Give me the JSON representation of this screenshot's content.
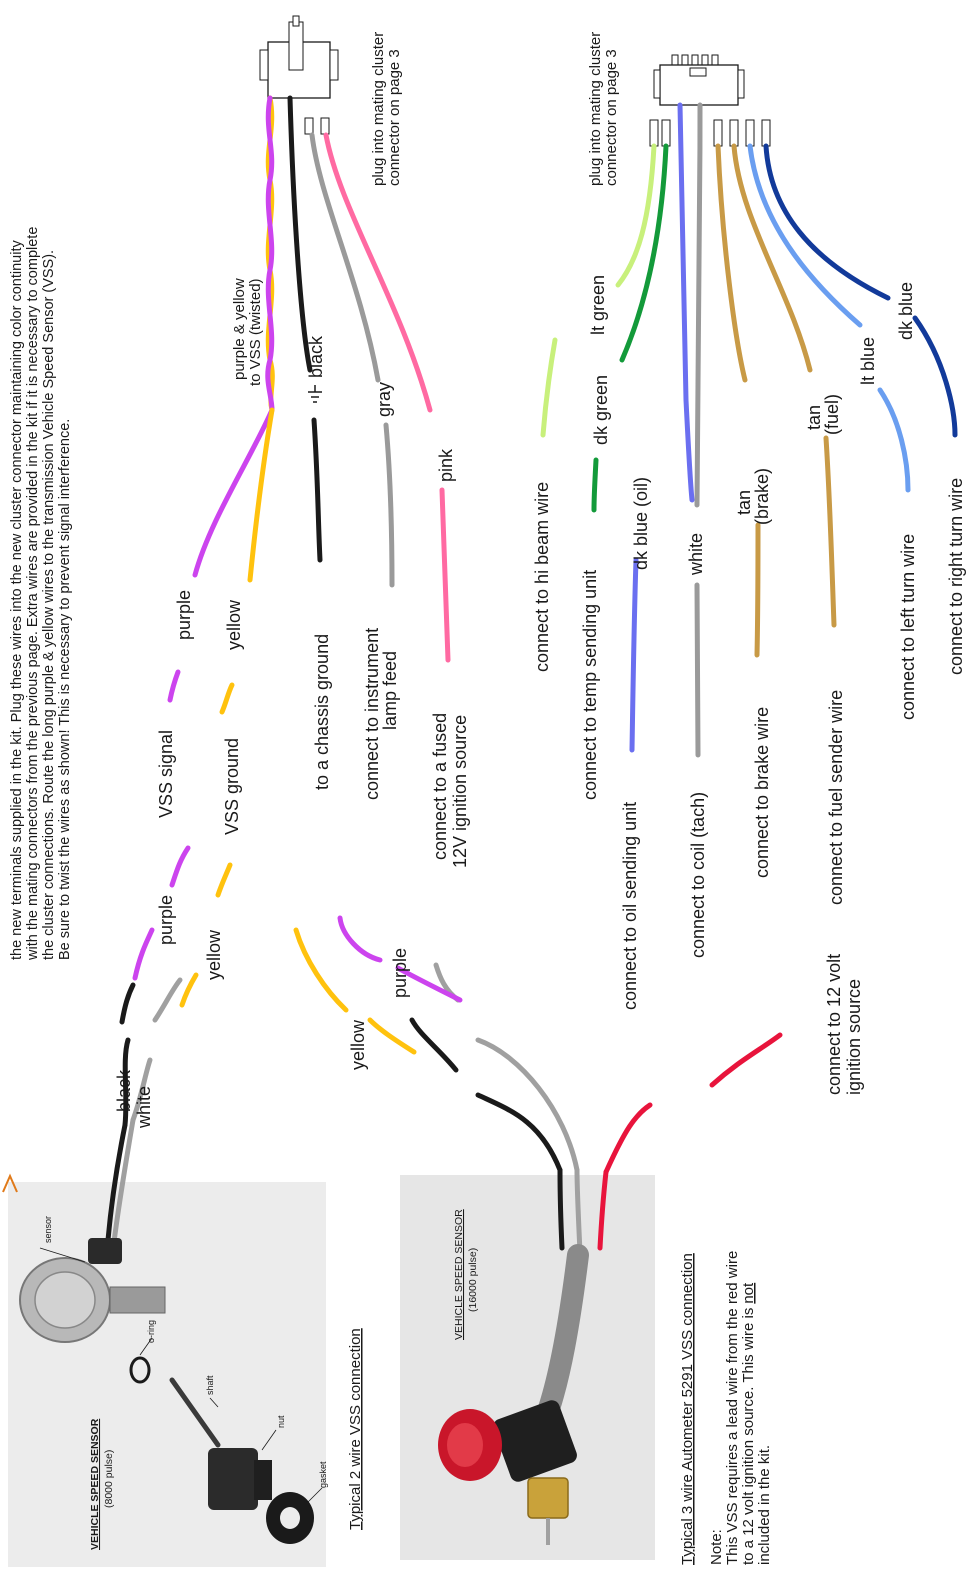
{
  "intro": [
    "the new terminals supplied in the kit. Plug these wires into the new cluster connector maintaining color continuity",
    "with the mating connectors from the previous page. Extra wires are provided in the kit if it is necessary to complete",
    "the cluster connections. Route the long purple & yellow wires to the transmission Vehicle Speed Sensor (VSS).",
    "Be sure to twist the wires as shown! This is necessary to prevent signal interference."
  ],
  "colors": {
    "purple": "#cc44ee",
    "yellow": "#ffc20e",
    "black": "#1a1a1a",
    "white_wire": "#a0a0a0",
    "gray": "#9a9a9a",
    "pink": "#ff6aa2",
    "red": "#e8143c",
    "lt_green": "#c8f07c",
    "dk_green": "#139a3a",
    "dk_blue_oil": "#6b6ff0",
    "tan": "#c89a46",
    "lt_blue": "#6a9ef0",
    "dk_blue": "#123a9a"
  },
  "sensor1": {
    "title": "VEHICLE SPEED SENSOR",
    "pulse": "(8000 pulse)",
    "parts": {
      "sensor": "sensor",
      "oring": "o-ring",
      "shaft": "shaft",
      "nut": "nut",
      "gasket": "gasket"
    },
    "caption": "Typical 2 wire VSS connection",
    "leads": {
      "black": "black",
      "white": "white"
    }
  },
  "sensor2": {
    "title": "VEHICLE SPEED SENSOR",
    "pulse": "(16000 pulse)",
    "caption": "Typical 3 wire Autometer 5291 VSS connection",
    "note": [
      "Note:",
      "This VSS requires a lead wire from the red wire",
      "to a 12 volt ignition source. This wire is",
      "not",
      "included in the kit."
    ],
    "leads": {
      "yellow": "yellow",
      "purple": "purple"
    },
    "ignition": [
      "connect to 12 volt",
      "ignition source"
    ]
  },
  "mid_labels": {
    "purple": "purple",
    "yellow": "yellow",
    "vss_signal": "VSS signal",
    "vss_ground": "VSS ground"
  },
  "connector_a": {
    "plug_note": [
      "plug into mating cluster",
      "connector on page 3"
    ],
    "twisted": [
      "purple & yellow",
      "to VSS (twisted)"
    ],
    "wires": {
      "purple": "purple",
      "yellow": "yellow",
      "black": "black",
      "gray": "gray",
      "pink": "pink"
    },
    "dests": {
      "ground": [
        "to a chassis ground"
      ],
      "lamp": [
        "connect to instrument",
        "lamp feed"
      ],
      "ignition": [
        "connect to a fused",
        "12V ignition source"
      ]
    }
  },
  "connector_b": {
    "plug_note": [
      "plug into mating cluster",
      "connector on page 3"
    ],
    "wires": [
      {
        "label": [
          "lt green"
        ],
        "dest": "connect to hi beam wire"
      },
      {
        "label": [
          "dk green"
        ],
        "dest": "connect to temp sending unit"
      },
      {
        "label": [
          "dk blue (oil)"
        ],
        "dest": "connect to oil sending unit"
      },
      {
        "label": [
          "white"
        ],
        "dest": "connect to coil (tach)"
      },
      {
        "label": [
          "tan",
          "(brake)"
        ],
        "dest": "connect to brake wire"
      },
      {
        "label": [
          "tan",
          "(fuel)"
        ],
        "dest": "connect to fuel sender wire"
      },
      {
        "label": [
          "lt blue"
        ],
        "dest": "connect to left turn wire"
      },
      {
        "label": [
          "dk blue"
        ],
        "dest": "connect to right turn wire"
      }
    ]
  }
}
